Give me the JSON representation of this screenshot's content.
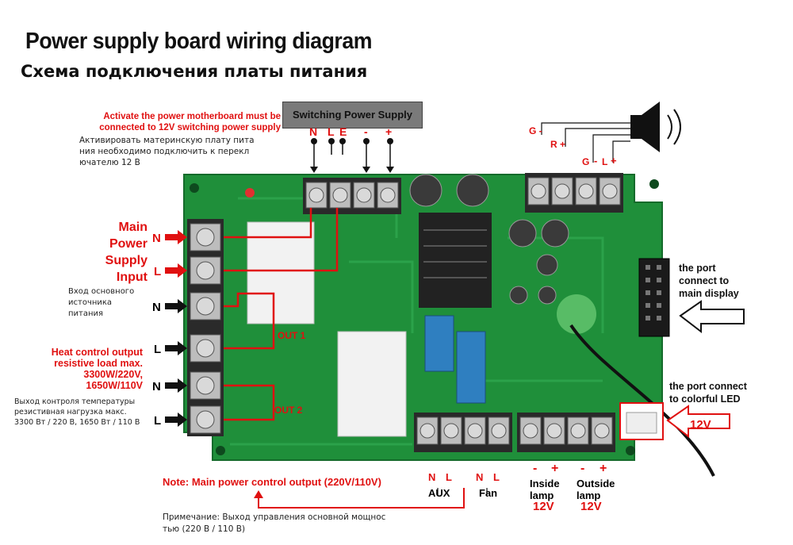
{
  "title_en": "Power supply board wiring diagram",
  "title_ru": "Схема подключения платы питания",
  "warning": {
    "en_line1": "Activate the power motherboard must be",
    "en_line2": "connected to 12V switching power supply",
    "ru_line1": "Активировать материнскую плату пита",
    "ru_line2": "ния необходимо подключить к перекл",
    "ru_line3": "ючателю 12 В"
  },
  "switching_power_supply": {
    "label": "Switching Power Supply",
    "terminals": [
      "N",
      "L",
      "E",
      "-",
      "+"
    ]
  },
  "main_input": {
    "line1": "Main",
    "line2": "Power",
    "line3": "Supply",
    "line4": "Input",
    "n": "N",
    "l": "L",
    "ru_line1": "Вход основного",
    "ru_line2": "источника",
    "ru_line3": "питания"
  },
  "heat_output": {
    "line1": "Heat control output",
    "line2": "resistive load max.",
    "line3": "3300W/220V,",
    "line4": "1650W/110V",
    "n1": "N",
    "l1": "L",
    "n2": "N",
    "l2": "L",
    "ru_line1": "Выход контроля температуры",
    "ru_line2": "резистивная нагрузка макс.",
    "ru_line3": "3300 Вт / 220 В, 1650 Вт / 110 В"
  },
  "out1": "OUT 1",
  "out2": "OUT 2",
  "speaker": {
    "g_minus": "G -",
    "r_plus": "R +",
    "g": "G",
    "minus": "-",
    "l": "L",
    "plus": "+"
  },
  "display_port": {
    "line1": "the port",
    "line2": "connect to",
    "line3": "main display"
  },
  "led_port": {
    "line1": "the port connect",
    "line2": "to colorful LED",
    "voltage": "12V"
  },
  "note": {
    "en": "Note: Main power control output (220V/110V)",
    "ru_line1": "Примечание: Выход управления основной мощнос",
    "ru_line2": "тью (220 В / 110 В)"
  },
  "aux": {
    "n": "N",
    "l": "L",
    "label": "AUX"
  },
  "fan": {
    "n": "N",
    "l": "L",
    "label": "Fan"
  },
  "inside_lamp": {
    "minus": "-",
    "plus": "+",
    "line1": "Inside",
    "line2": "lamp",
    "voltage": "12V"
  },
  "outside_lamp": {
    "minus": "-",
    "plus": "+",
    "line1": "Outside",
    "line2": "lamp",
    "voltage": "12V"
  },
  "colors": {
    "board": "#1f8f3a",
    "accent": "#e01010",
    "terminal": "#2a2a2a"
  }
}
